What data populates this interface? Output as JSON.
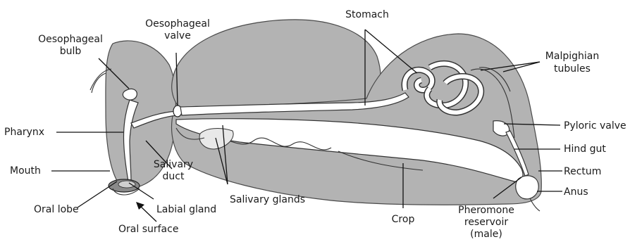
{
  "labels": {
    "oesophageal_bulb": [
      "Oesophageal",
      "bulb"
    ],
    "oesophageal_valve": [
      "Oesophageal",
      "valve"
    ],
    "stomach": "Stomach",
    "malpighian_tubules": [
      "Malpighian",
      "tubules"
    ],
    "pharynx": "Pharynx",
    "pyloric_valve": "Pyloric valve",
    "hind_gut": "Hind gut",
    "mouth": "Mouth",
    "salivary_duct": [
      "Salivary",
      "duct"
    ],
    "rectum": "Rectum",
    "anus": "Anus",
    "salivary_glands": "Salivary glands",
    "oral_lobe": "Oral lobe",
    "labial_gland": "Labial gland",
    "oral_surface": "Oral surface",
    "crop": "Crop",
    "pheromone_reservoir": [
      "Pheromone",
      "reservoir",
      "(male)"
    ]
  },
  "colors": {
    "body": "#b3b3b3",
    "outline": "#4a4a4a",
    "gut": "#ffffff",
    "text": "#1a1a1a"
  }
}
